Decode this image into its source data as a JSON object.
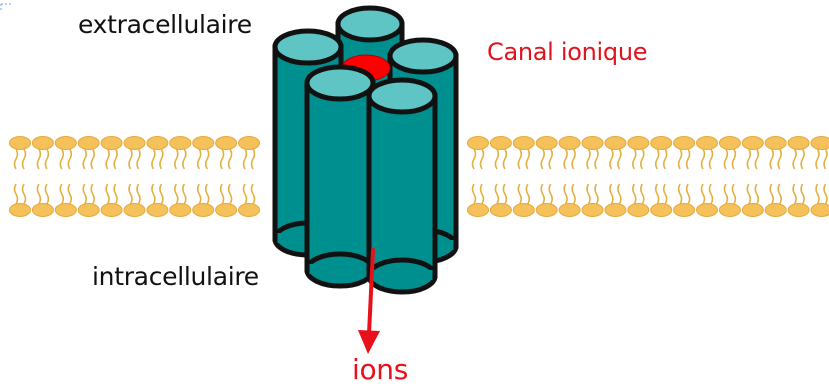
{
  "labels": {
    "extracellular": "extracellulaire",
    "intracellular": "intracellulaire",
    "channel": "Canal ionique",
    "ions": "ions"
  },
  "colors": {
    "lipid_head": "#f5c15a",
    "lipid_head_edge": "#e6a83c",
    "lipid_tail": "#e2b041",
    "channel_fill": "#008f8f",
    "channel_top": "#5fc4c4",
    "channel_outline": "#111111",
    "pore": "#ff0000",
    "channel_label": "#e0141e",
    "arrow": "#e8101a",
    "text": "#111111"
  },
  "icons": {
    "membrane": "lipid-bilayer",
    "channel": "ion-channel-protein",
    "pore": "channel-pore",
    "arrow": "ion-flow-arrow"
  }
}
